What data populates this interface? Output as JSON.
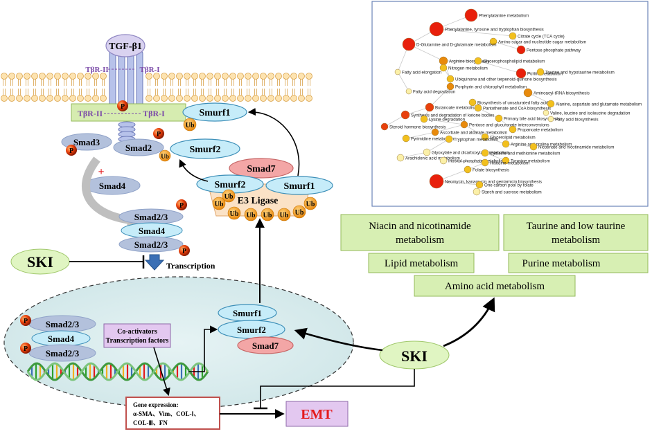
{
  "colors": {
    "receptor_bar": "#d6ecb0",
    "smad_blue": "#b3c1dc",
    "smurf_cyan": "#c6ecf9",
    "smad7_pink": "#f3a6a6",
    "ub_orange": "#f2a632",
    "ski_green": "#e0f5c2",
    "metab_box": "#d7efb3",
    "nucleus_fill": "#d7ecee",
    "emt_box": "#e3c8f0",
    "emt_text": "#e41a1c",
    "receptor_label": "#7b4aa8",
    "gene_border": "#c0504d"
  },
  "pathway": {
    "ligand": "TGF-β1",
    "receptor_top_left": "TβR-II",
    "receptor_top_right": "TβR-I",
    "receptor_bar_left": "TβR-II",
    "receptor_bar_right": "TβR-I",
    "phospho": "P",
    "ub": "Ub",
    "smurf1_membrane": "Smurf1",
    "smurf2_free": "Smurf2",
    "smad3": "Smad3",
    "smad2": "Smad2",
    "smad4": "Smad4",
    "plus_sign": "+",
    "complex": [
      "Smad2/3",
      "Smad4",
      "Smad2/3"
    ],
    "ligase_smad7": "Smad7",
    "ligase_smurf2": "Smurf2",
    "ligase_smurf1": "Smurf1",
    "ligase_label": "E3 Ligase",
    "ski_left": "SKI",
    "transcription": "Transcription",
    "nuclear_complex": [
      "Smad2/3",
      "Smad4",
      "Smad2/3"
    ],
    "coactivators": [
      "Co-activators",
      "Transcription factors"
    ],
    "nuclear_smurf": [
      "Smurf1",
      "Smurf2",
      "Smad7"
    ],
    "gene_expression_title": "Gene expression:",
    "gene_expression_lines": [
      "α-SMA、Vim、COL-Ⅰ、",
      "COL-Ⅲ、FN"
    ],
    "emt": "EMT",
    "ski_right": "SKI"
  },
  "metabolism_boxes": {
    "niacin": [
      "Niacin and nicotinamide",
      "metabolism"
    ],
    "taurine": [
      "Taurine and low taurine",
      "metabolism"
    ],
    "lipid": "Lipid metabolism",
    "purine": "Purine metabolism",
    "amino": "Amino acid metabolism"
  },
  "network": {
    "labels": [
      "Phenylalanine metabolism",
      "Phenylalanine, tyrosine and tryptophan biosynthesis",
      "Citrate cycle (TCA cycle)",
      "Amino sugar and nucleotide sugar metabolism",
      "D-Glutamine and D-glutamate metabolism",
      "Pentose phosphate pathway",
      "Arginine biosynthesis",
      "Glycerophospholipid metabolism",
      "Nitrogen metabolism",
      "Fatty acid elongation",
      "Purine metabolism",
      "Taurine and hypotaurine metabolism",
      "Ubiquinone and other terpenoid-quinone biosynthesis",
      "Porphyrin and chlorophyll metabolism",
      "Fatty acid degradation",
      "Aminoacyl-tRNA biosynthesis",
      "Biosynthesis of unsaturated fatty acids",
      "Alanine, aspartate and glutamate metabolism",
      "Butanoate metabolism",
      "Pantothenate and CoA biosynthesis",
      "Synthesis and degradation of ketone bodies",
      "Valine, leucine and isoleucine degradation",
      "Lysine degradation",
      "Primary bile acid biosynthesis",
      "Fatty acid biosynthesis",
      "Steroid hormone biosynthesis",
      "Pentose and glucuronate interconversions",
      "Propanoate metabolism",
      "Ascorbate and aldarate metabolism",
      "Glycerolipid metabolism",
      "Pyrimidine metabolism",
      "Tryptophan metabolism",
      "Arginine and proline metabolism",
      "Nicotinate and nicotinamide metabolism",
      "Glyoxylate and dicarboxylate metabolism",
      "Cysteine and methionine metabolism",
      "Arachidonic acid metabolism",
      "Inositol phosphate metabolism",
      "Tyrosine metabolism",
      "Histidine metabolism",
      "Folate biosynthesis",
      "Neomycin, kanamycin and gentamicin biosynthesis",
      "One carbon pool by folate",
      "Starch and sucrose metabolism"
    ]
  }
}
